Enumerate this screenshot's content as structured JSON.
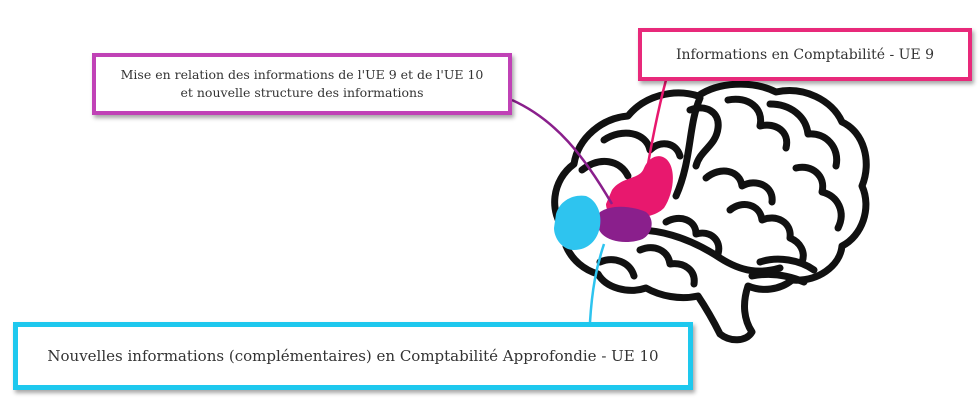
{
  "boxes": {
    "relation": {
      "line1": "Mise en relation des informations de l'UE 9 et de l'UE 10",
      "line2": "et nouvelle structure des informations"
    },
    "comptabilite": {
      "text": "Informations en Comptabilité - UE 9"
    },
    "nouvelles": {
      "text": "Nouvelles informations (complémentaires) en Comptabilité Approfondie - UE 10"
    }
  },
  "colors": {
    "relation_border": "#c042b6",
    "comptabilite_border": "#e8297a",
    "nouvelles_border": "#1ec8ee",
    "brain_outline": "#111111",
    "region_pink": "#e8186e",
    "region_blue": "#2ec4ef",
    "region_purple": "#8a1f8c"
  },
  "icons": {
    "brain": "brain-icon"
  }
}
